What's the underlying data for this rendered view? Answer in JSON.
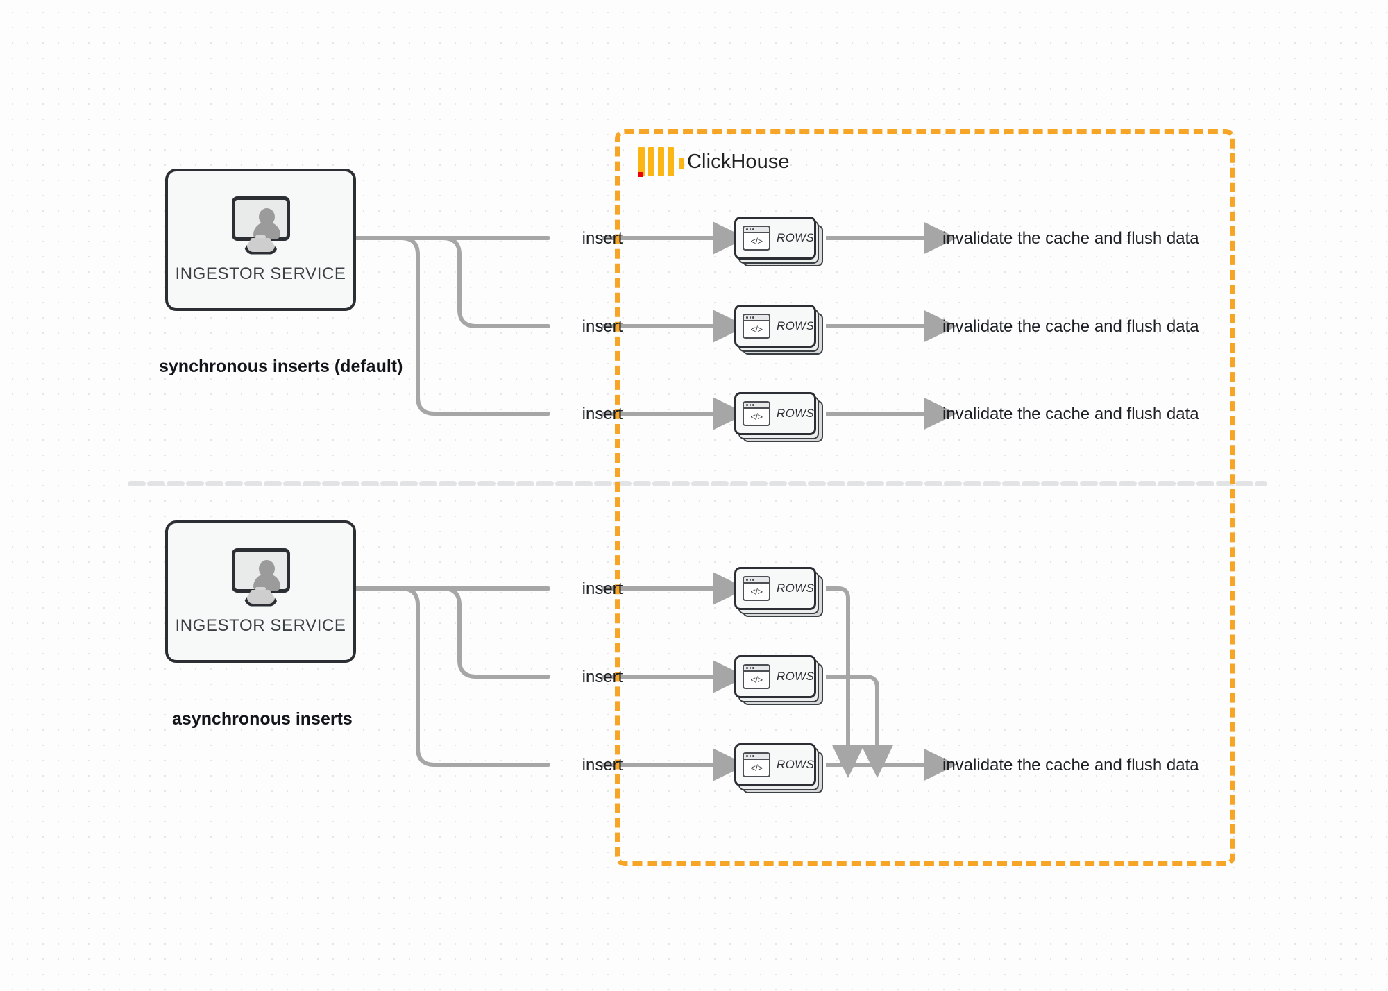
{
  "diagram": {
    "title": "ClickHouse synchronous vs asynchronous inserts",
    "colors": {
      "boundary": "#f6a526",
      "logo_yellow": "#fbb616",
      "logo_red": "#ea0000",
      "edge": "#a6a6a6",
      "node_border": "#2b2f33",
      "node_fill": "#f7f8f8",
      "canvas": "#fdfdfd",
      "dot_grid": "#e6e6e6"
    }
  },
  "clickhouse_boundary": {
    "label": "ClickHouse",
    "logo_name": "clickhouse-logo"
  },
  "sections": [
    {
      "id": "synchronous",
      "caption": "synchronous inserts (default)",
      "source": {
        "label": "INGESTOR SERVICE",
        "icon": "monitor-user-icon"
      },
      "flows": [
        {
          "edge_in_label": "insert",
          "node_label": "ROWS",
          "node_icon": "code-window-icon",
          "edge_out_label": "invalidate the cache and flush data"
        },
        {
          "edge_in_label": "insert",
          "node_label": "ROWS",
          "node_icon": "code-window-icon",
          "edge_out_label": "invalidate the cache and flush data"
        },
        {
          "edge_in_label": "insert",
          "node_label": "ROWS",
          "node_icon": "code-window-icon",
          "edge_out_label": "invalidate the cache and flush data"
        }
      ]
    },
    {
      "id": "asynchronous",
      "caption": "asynchronous inserts",
      "source": {
        "label": "INGESTOR SERVICE",
        "icon": "monitor-user-icon"
      },
      "flows": [
        {
          "edge_in_label": "insert",
          "node_label": "ROWS",
          "node_icon": "code-window-icon"
        },
        {
          "edge_in_label": "insert",
          "node_label": "ROWS",
          "node_icon": "code-window-icon"
        },
        {
          "edge_in_label": "insert",
          "node_label": "ROWS",
          "node_icon": "code-window-icon"
        }
      ],
      "merged_edge_out_label": "invalidate the cache and flush data"
    }
  ],
  "code_glyph": "</>"
}
